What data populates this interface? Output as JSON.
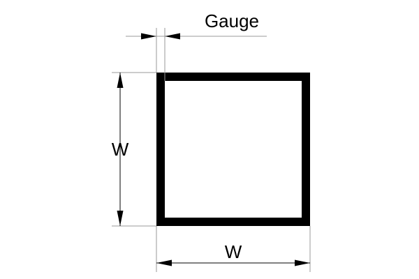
{
  "diagram": {
    "gauge_label": "Gauge",
    "height_label": "W",
    "width_label": "W",
    "colors": {
      "profile": "#000000",
      "extension_line": "#999999",
      "dimension_line": "#000000",
      "background": "#ffffff"
    }
  }
}
